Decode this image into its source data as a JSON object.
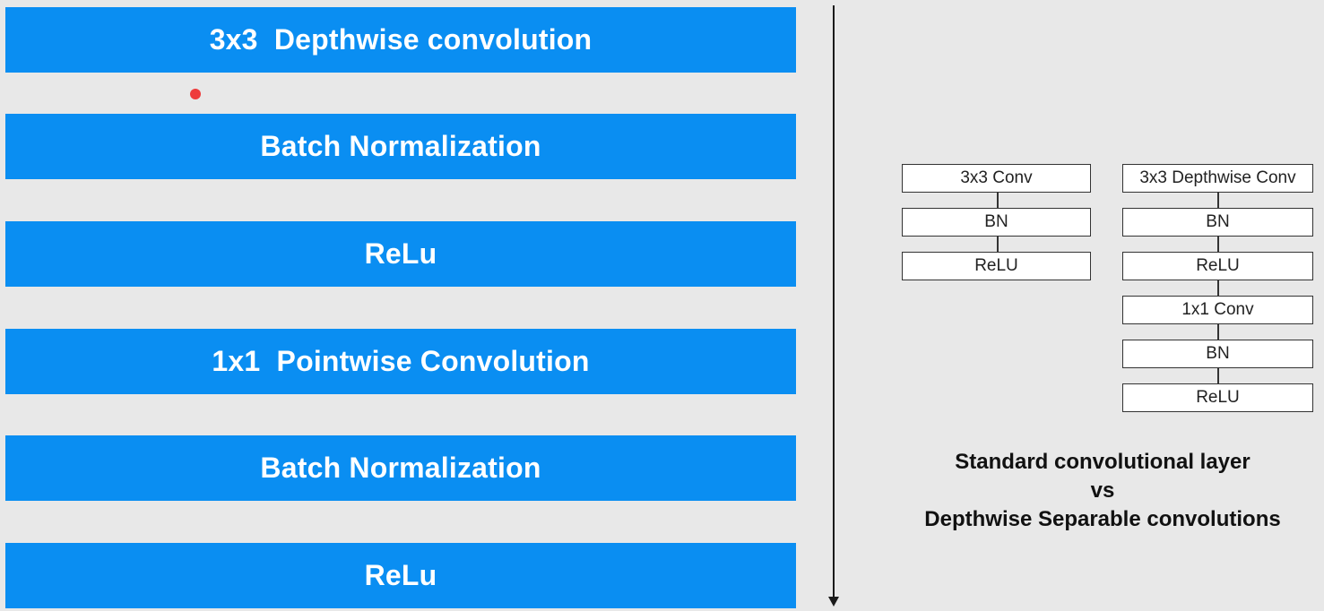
{
  "left_stack": {
    "layers": [
      "3x3  Depthwise convolution",
      "Batch Normalization",
      "ReLu",
      "1x1  Pointwise Convolution",
      "Batch Normalization",
      "ReLu"
    ]
  },
  "standard_block": {
    "layers": [
      "3x3 Conv",
      "BN",
      "ReLU"
    ]
  },
  "separable_block": {
    "layers": [
      "3x3 Depthwise Conv",
      "BN",
      "ReLU",
      "1x1 Conv",
      "BN",
      "ReLU"
    ]
  },
  "caption": {
    "line1": "Standard convolutional layer",
    "line2": "vs",
    "line3": "Depthwise Separable convolutions"
  },
  "colors": {
    "block_blue": "#0a8ef2",
    "background": "#e8e8e8",
    "marker_red": "#ee3b3b"
  }
}
